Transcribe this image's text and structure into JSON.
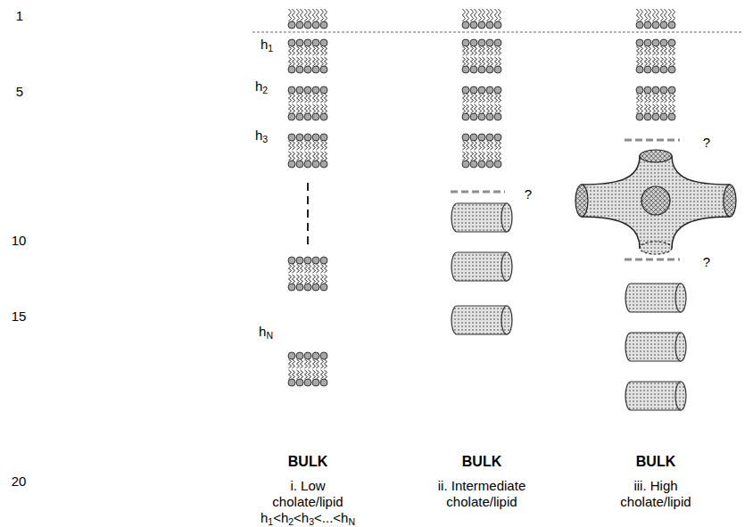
{
  "diagram": {
    "labels": [
      "1",
      "5",
      "10",
      "15",
      "20",
      "h1",
      "h2",
      "h3",
      "hN",
      "?",
      "?",
      "?",
      "BULK",
      "BULK",
      "BULK",
      "i. Low cholate/lipid",
      "h1<h2<h3<...<hN",
      "ii. Intermediate cholate/lipid",
      "iii. High cholate/lipid"
    ]
  }
}
